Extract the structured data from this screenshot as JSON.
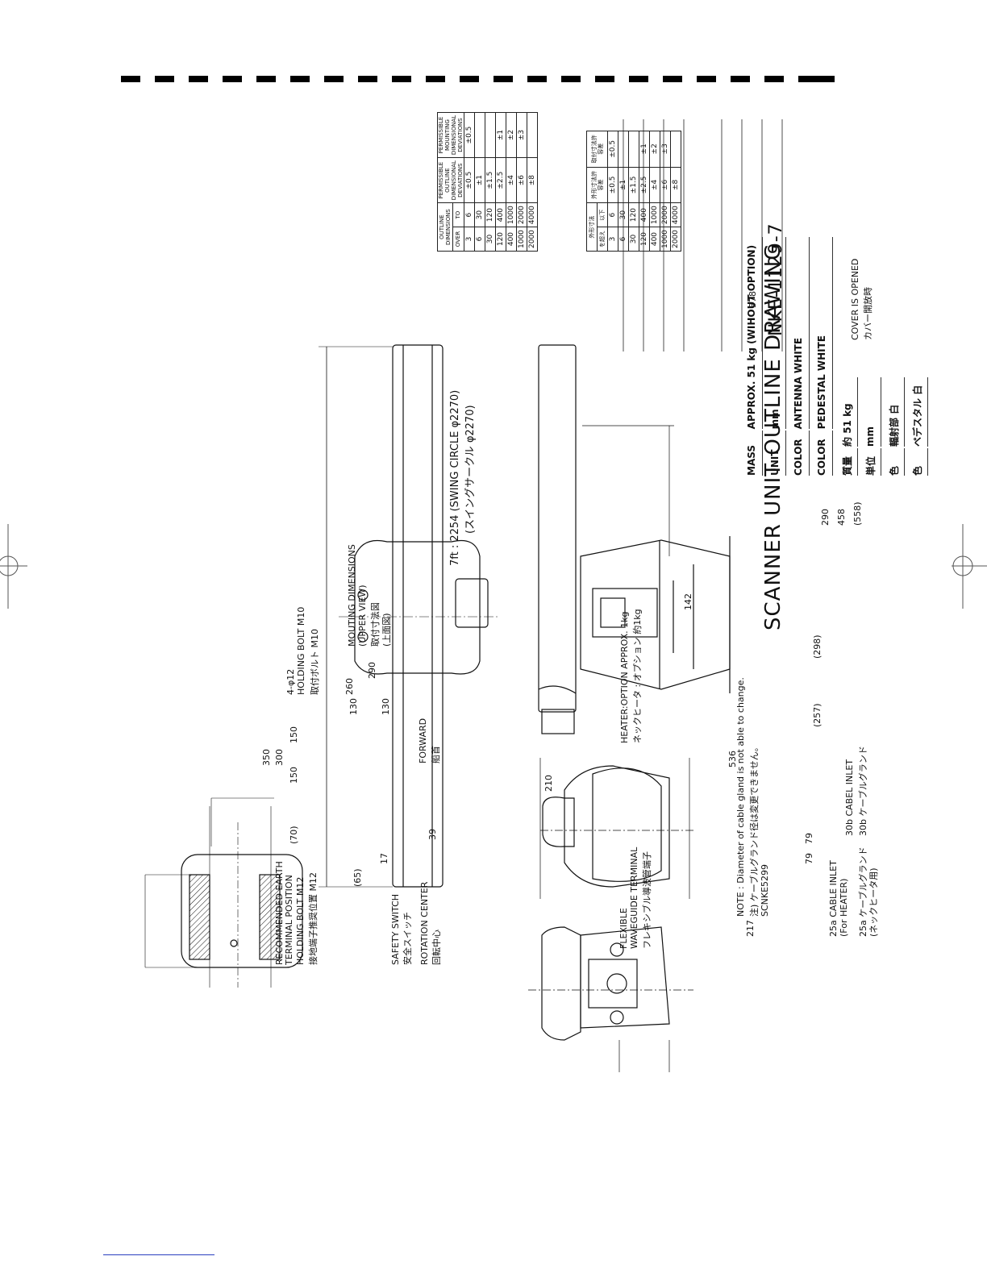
{
  "drawing": {
    "title": "SCANNER UNIT OUTLINE DRAWING",
    "drawing_no": "NKE-1129-7",
    "doc_code": "SCNKE5299",
    "note_en": "NOTE : Diameter of cable gland is not able to change.",
    "note_jp": "注) ケーブルグランド径は変更できません。"
  },
  "labels": {
    "earth_en1": "RECOMMENDED EARTH",
    "earth_en2": "TERMINAL POSITION",
    "holding_bolt_m12": "HOLDING BOLT M12",
    "earth_jp": "接地端子推奨位置 M12",
    "safety_switch_en": "SAFETY SWITCH",
    "safety_switch_jp": "安全スイッチ",
    "rotation_center_en": "ROTATION CENTER",
    "rotation_center_jp": "回転中心",
    "holes": "4-φ12",
    "holding_bolt_m10": "HOLDING BOLT M10",
    "holding_bolt_m10_jp": "取付ボルト M10",
    "mounting_en1": "MOUTING DIMENSIONS",
    "mounting_en2": "(UPPER VIEW)",
    "mounting_jp1": "取付寸法図",
    "mounting_jp2": "(上面図)",
    "forward_en": "FORWARD",
    "forward_jp": "船首",
    "swing_en": "7ft :  2254 (SWING CIRCLE φ2270)",
    "swing_jp": "(スイングサークル  φ2270)",
    "heater_en": "HEATER:OPTION APPROX. 1kg",
    "heater_jp": "ネックヒータ : オプション 約1kg",
    "waveguide_en1": "FLEXIBLE",
    "waveguide_en2": "WAVEGUIDE TERMINAL",
    "waveguide_jp": "フレキシブル導波管端子",
    "cable_30b_en": "30b CABEL INLET",
    "cable_30b_jp": "30b  ケーブルグランド",
    "cable_25a_en1": "25a CABLE INLET",
    "cable_25a_en2": "(For HEATER)",
    "cable_25a_jp1": "25a ケーブルグランド",
    "cable_25a_jp2": "(ネックヒータ用)",
    "cover_en": "COVER IS OPENED",
    "cover_jp": "カバー開放時"
  },
  "dimensions": [
    "350",
    "300",
    "150",
    "150",
    "(70)",
    "(65)",
    "17",
    "39",
    "290",
    "260",
    "130",
    "130",
    "210",
    "536",
    "(257)",
    "(298)",
    "142",
    "378",
    "290",
    "458",
    "(558)",
    "217",
    "79",
    "79"
  ],
  "table_en": {
    "header_outline": "OUTLINE DIMENSIONS",
    "header_over": "OVER",
    "header_to": "TO",
    "header_outline_dev": "PERMISSIBLE OUTLINE DIMENSIONAL DEVIATIONS",
    "header_mount_dev": "PERMISSIBLE MOUNTING DIMENSIONAL DEVIATIONS",
    "rows": [
      [
        "3",
        "6",
        "±0.5",
        "±0.5"
      ],
      [
        "6",
        "30",
        "±1",
        ""
      ],
      [
        "30",
        "120",
        "±1.5",
        ""
      ],
      [
        "120",
        "400",
        "±2.5",
        "±1"
      ],
      [
        "400",
        "1000",
        "±4",
        "±2"
      ],
      [
        "1000",
        "2000",
        "±6",
        "±3"
      ],
      [
        "2000",
        "4000",
        "±8",
        ""
      ]
    ]
  },
  "table_jp": {
    "header_outline": "外形寸法",
    "header_over": "を超え",
    "header_to": "以下",
    "header_outline_dev": "外形寸法許容差",
    "header_mount_dev": "取付寸法許容差",
    "rows": [
      [
        "3",
        "6",
        "±0.5",
        "±0.5"
      ],
      [
        "6",
        "30",
        "±1",
        ""
      ],
      [
        "30",
        "120",
        "±1.5",
        ""
      ],
      [
        "120",
        "400",
        "±2.5",
        "±1"
      ],
      [
        "400",
        "1000",
        "±4",
        "±2"
      ],
      [
        "1000",
        "2000",
        "±6",
        "±3"
      ],
      [
        "2000",
        "4000",
        "±8",
        ""
      ]
    ]
  },
  "specs_en": [
    {
      "key": "MASS",
      "value": "APPROX.  51 kg (WIHOUT OPTION)"
    },
    {
      "key": "UNIT",
      "value": "mm"
    },
    {
      "key": "COLOR",
      "value": "ANTENNA    WHITE"
    },
    {
      "key": "COLOR",
      "value": "PEDESTAL   WHITE"
    }
  ],
  "specs_jp": [
    {
      "key": "質量",
      "value": "約  51 kg"
    },
    {
      "key": "単位",
      "value": "mm"
    },
    {
      "key": "色",
      "value": "輻射部      白"
    },
    {
      "key": "色",
      "value": "ペデスタル   白"
    }
  ]
}
